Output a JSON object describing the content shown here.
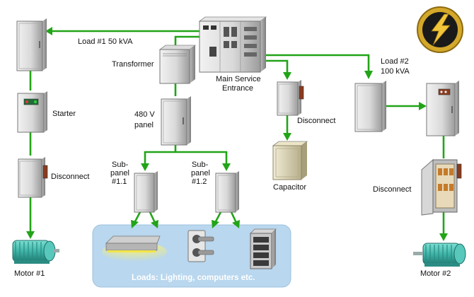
{
  "labels": {
    "load1": "Load #1 50 kVA",
    "transformer": "Transformer",
    "main_service_1": "Main Service",
    "main_service_2": "Entrance",
    "load2_1": "Load #2",
    "load2_2": "100 kVA",
    "starter": "Starter",
    "panel480_1": "480 V",
    "panel480_2": "panel",
    "disconnect_left": "Disconnect",
    "disconnect_mid": "Disconnect",
    "disconnect_right": "Disconnect",
    "subpanel1_1": "Sub-",
    "subpanel1_2": "panel",
    "subpanel1_3": "#1.1",
    "subpanel2_1": "Sub-",
    "subpanel2_2": "panel",
    "subpanel2_3": "#1.2",
    "capacitor": "Capacitor",
    "loads": "Loads: Lighting, computers etc.",
    "motor1": "Motor #1",
    "motor2": "Motor #2"
  },
  "icons": {
    "logo": "lightning-bolt-logo-icon"
  },
  "colors": {
    "wire": "#22a418",
    "loads_box": "#b9d7ee",
    "logo_ring": "#d4a82a",
    "logo_core": "#1a1a1a",
    "motor": "#3fb5a8"
  }
}
